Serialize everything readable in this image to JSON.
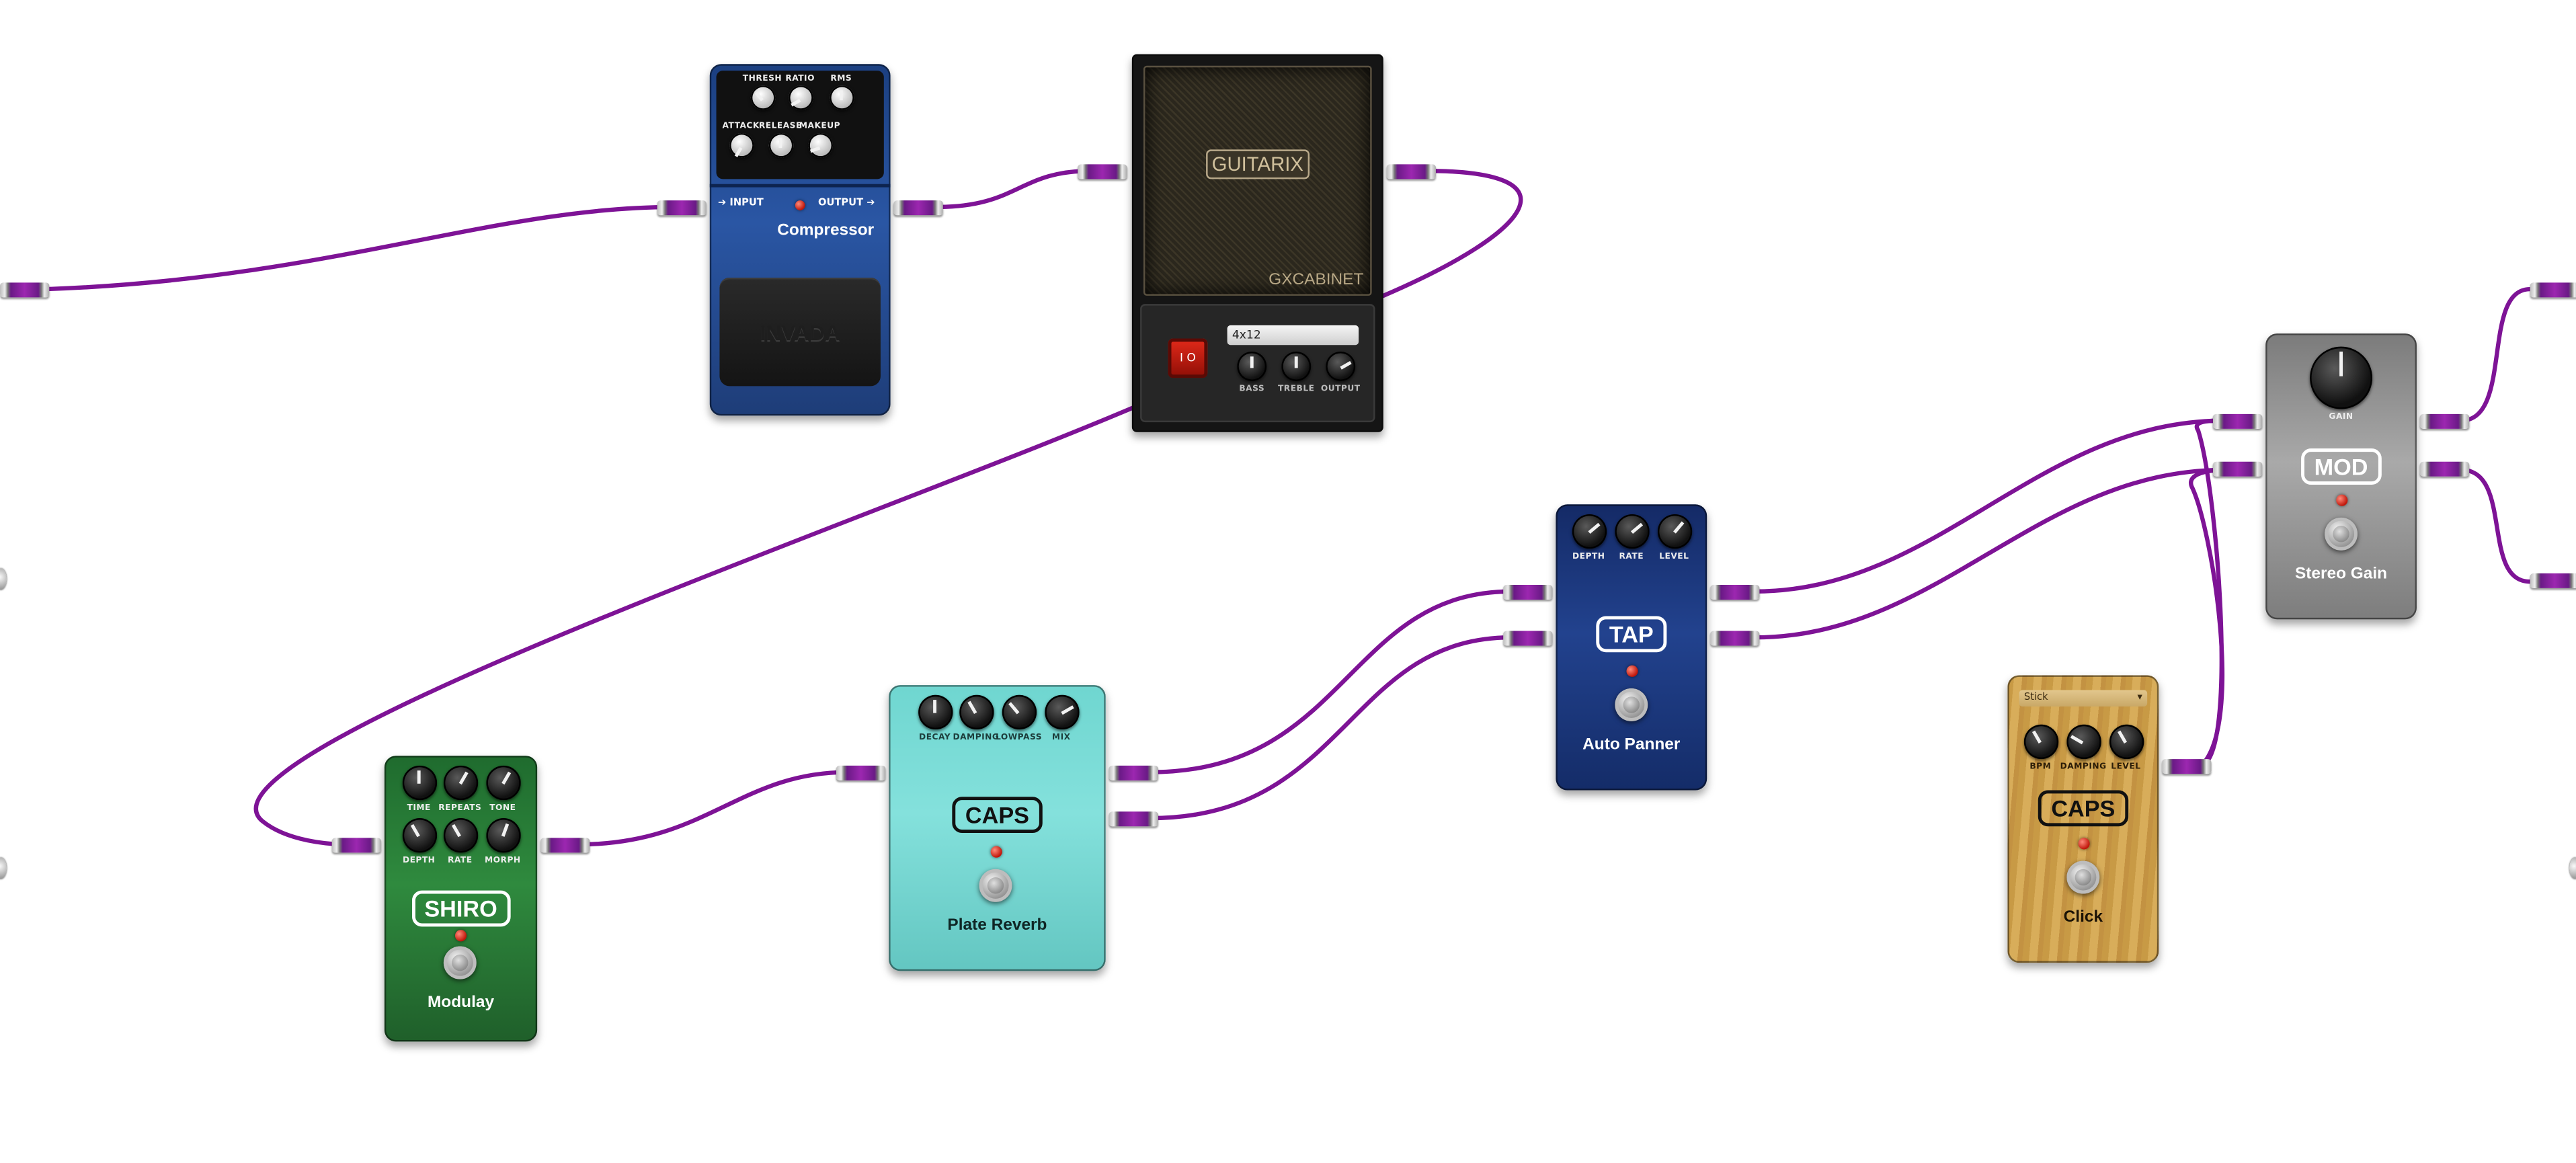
{
  "colors": {
    "cable": "#7e1396",
    "background": "#ffffff",
    "led": "#d81b0b"
  },
  "compressor": {
    "knobs": [
      "THRESH",
      "RATIO",
      "RMS",
      "ATTACK",
      "RELEASE",
      "MAKEUP"
    ],
    "input_label": "INPUT",
    "output_label": "OUTPUT",
    "name": "Compressor",
    "brand": "INVADA",
    "icons": [
      "arrow-right-icon",
      "led-icon"
    ]
  },
  "cabinet": {
    "brand": "GUITARIX",
    "model": "GXCABINET",
    "selected_option": "4x12",
    "knobs": [
      "BASS",
      "TREBLE",
      "OUTPUT"
    ],
    "switch_label": "I O"
  },
  "modulay": {
    "knobs": [
      "TIME",
      "REPEATS",
      "TONE",
      "DEPTH",
      "RATE",
      "MORPH"
    ],
    "brand": "SHIRO",
    "name": "Modulay"
  },
  "plate_reverb": {
    "knobs": [
      "DECAY",
      "DAMPING",
      "LOWPASS",
      "MIX"
    ],
    "brand": "CAPS",
    "name": "Plate Reverb"
  },
  "auto_panner": {
    "knobs": [
      "DEPTH",
      "RATE",
      "LEVEL"
    ],
    "brand": "TAP",
    "name": "Auto Panner"
  },
  "click": {
    "selected_option": "Stick",
    "knobs": [
      "BPM",
      "DAMPING",
      "LEVEL"
    ],
    "brand": "CAPS",
    "name": "Click"
  },
  "stereo_gain": {
    "knobs": [
      "GAIN"
    ],
    "brand": "MOD",
    "name": "Stereo Gain"
  }
}
